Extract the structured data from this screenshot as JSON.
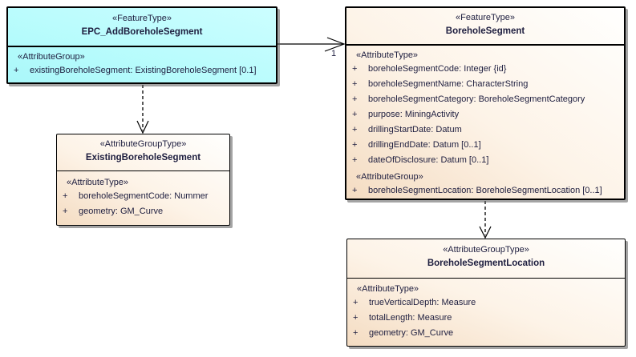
{
  "diagram": {
    "visibility": "+",
    "boxes": {
      "epcAddBoreholeSegment": {
        "stereotype": "«FeatureType»",
        "name": "EPC_AddBoreholeSegment",
        "section_heading": "«AttributeGroup»",
        "attributes": [
          "existingBoreholeSegment: ExistingBoreholeSegment [0.1]"
        ]
      },
      "boreholeSegment": {
        "stereotype": "«FeatureType»",
        "name": "BoreholeSegment",
        "attr_type_heading": "«AttributeType»",
        "attr_type_attributes": [
          "boreholeSegmentCode: Integer {id}",
          "boreholeSegmentName: CharacterString",
          "boreholeSegmentCategory: BoreholeSegmentCategory",
          "purpose: MiningActivity",
          "drillingStartDate: Datum",
          "drillingEndDate: Datum [0..1]",
          "dateOfDisclosure: Datum [0..1]"
        ],
        "attr_group_heading": "«AttributeGroup»",
        "attr_group_attributes": [
          "boreholeSegmentLocation: BoreholeSegmentLocation [0..1]"
        ]
      },
      "existingBoreholeSegment": {
        "stereotype": "«AttributeGroupType»",
        "name": "ExistingBoreholeSegment",
        "section_heading": "«AttributeType»",
        "attributes": [
          "boreholeSegmentCode: Nummer",
          "geometry: GM_Curve"
        ]
      },
      "boreholeSegmentLocation": {
        "stereotype": "«AttributeGroupType»",
        "name": "BoreholeSegmentLocation",
        "section_heading": "«AttributeType»",
        "attributes": [
          "trueVerticalDepth: Measure",
          "totalLength: Measure",
          "geometry: GM_Curve"
        ]
      }
    },
    "connectors": {
      "association_multiplicity": "1"
    },
    "colors": {
      "feature_fill_cyan": "#b4fbfc",
      "default_fill_tan": "#f4dcc2",
      "border": "#000000",
      "text": "#1e1e3f"
    }
  }
}
